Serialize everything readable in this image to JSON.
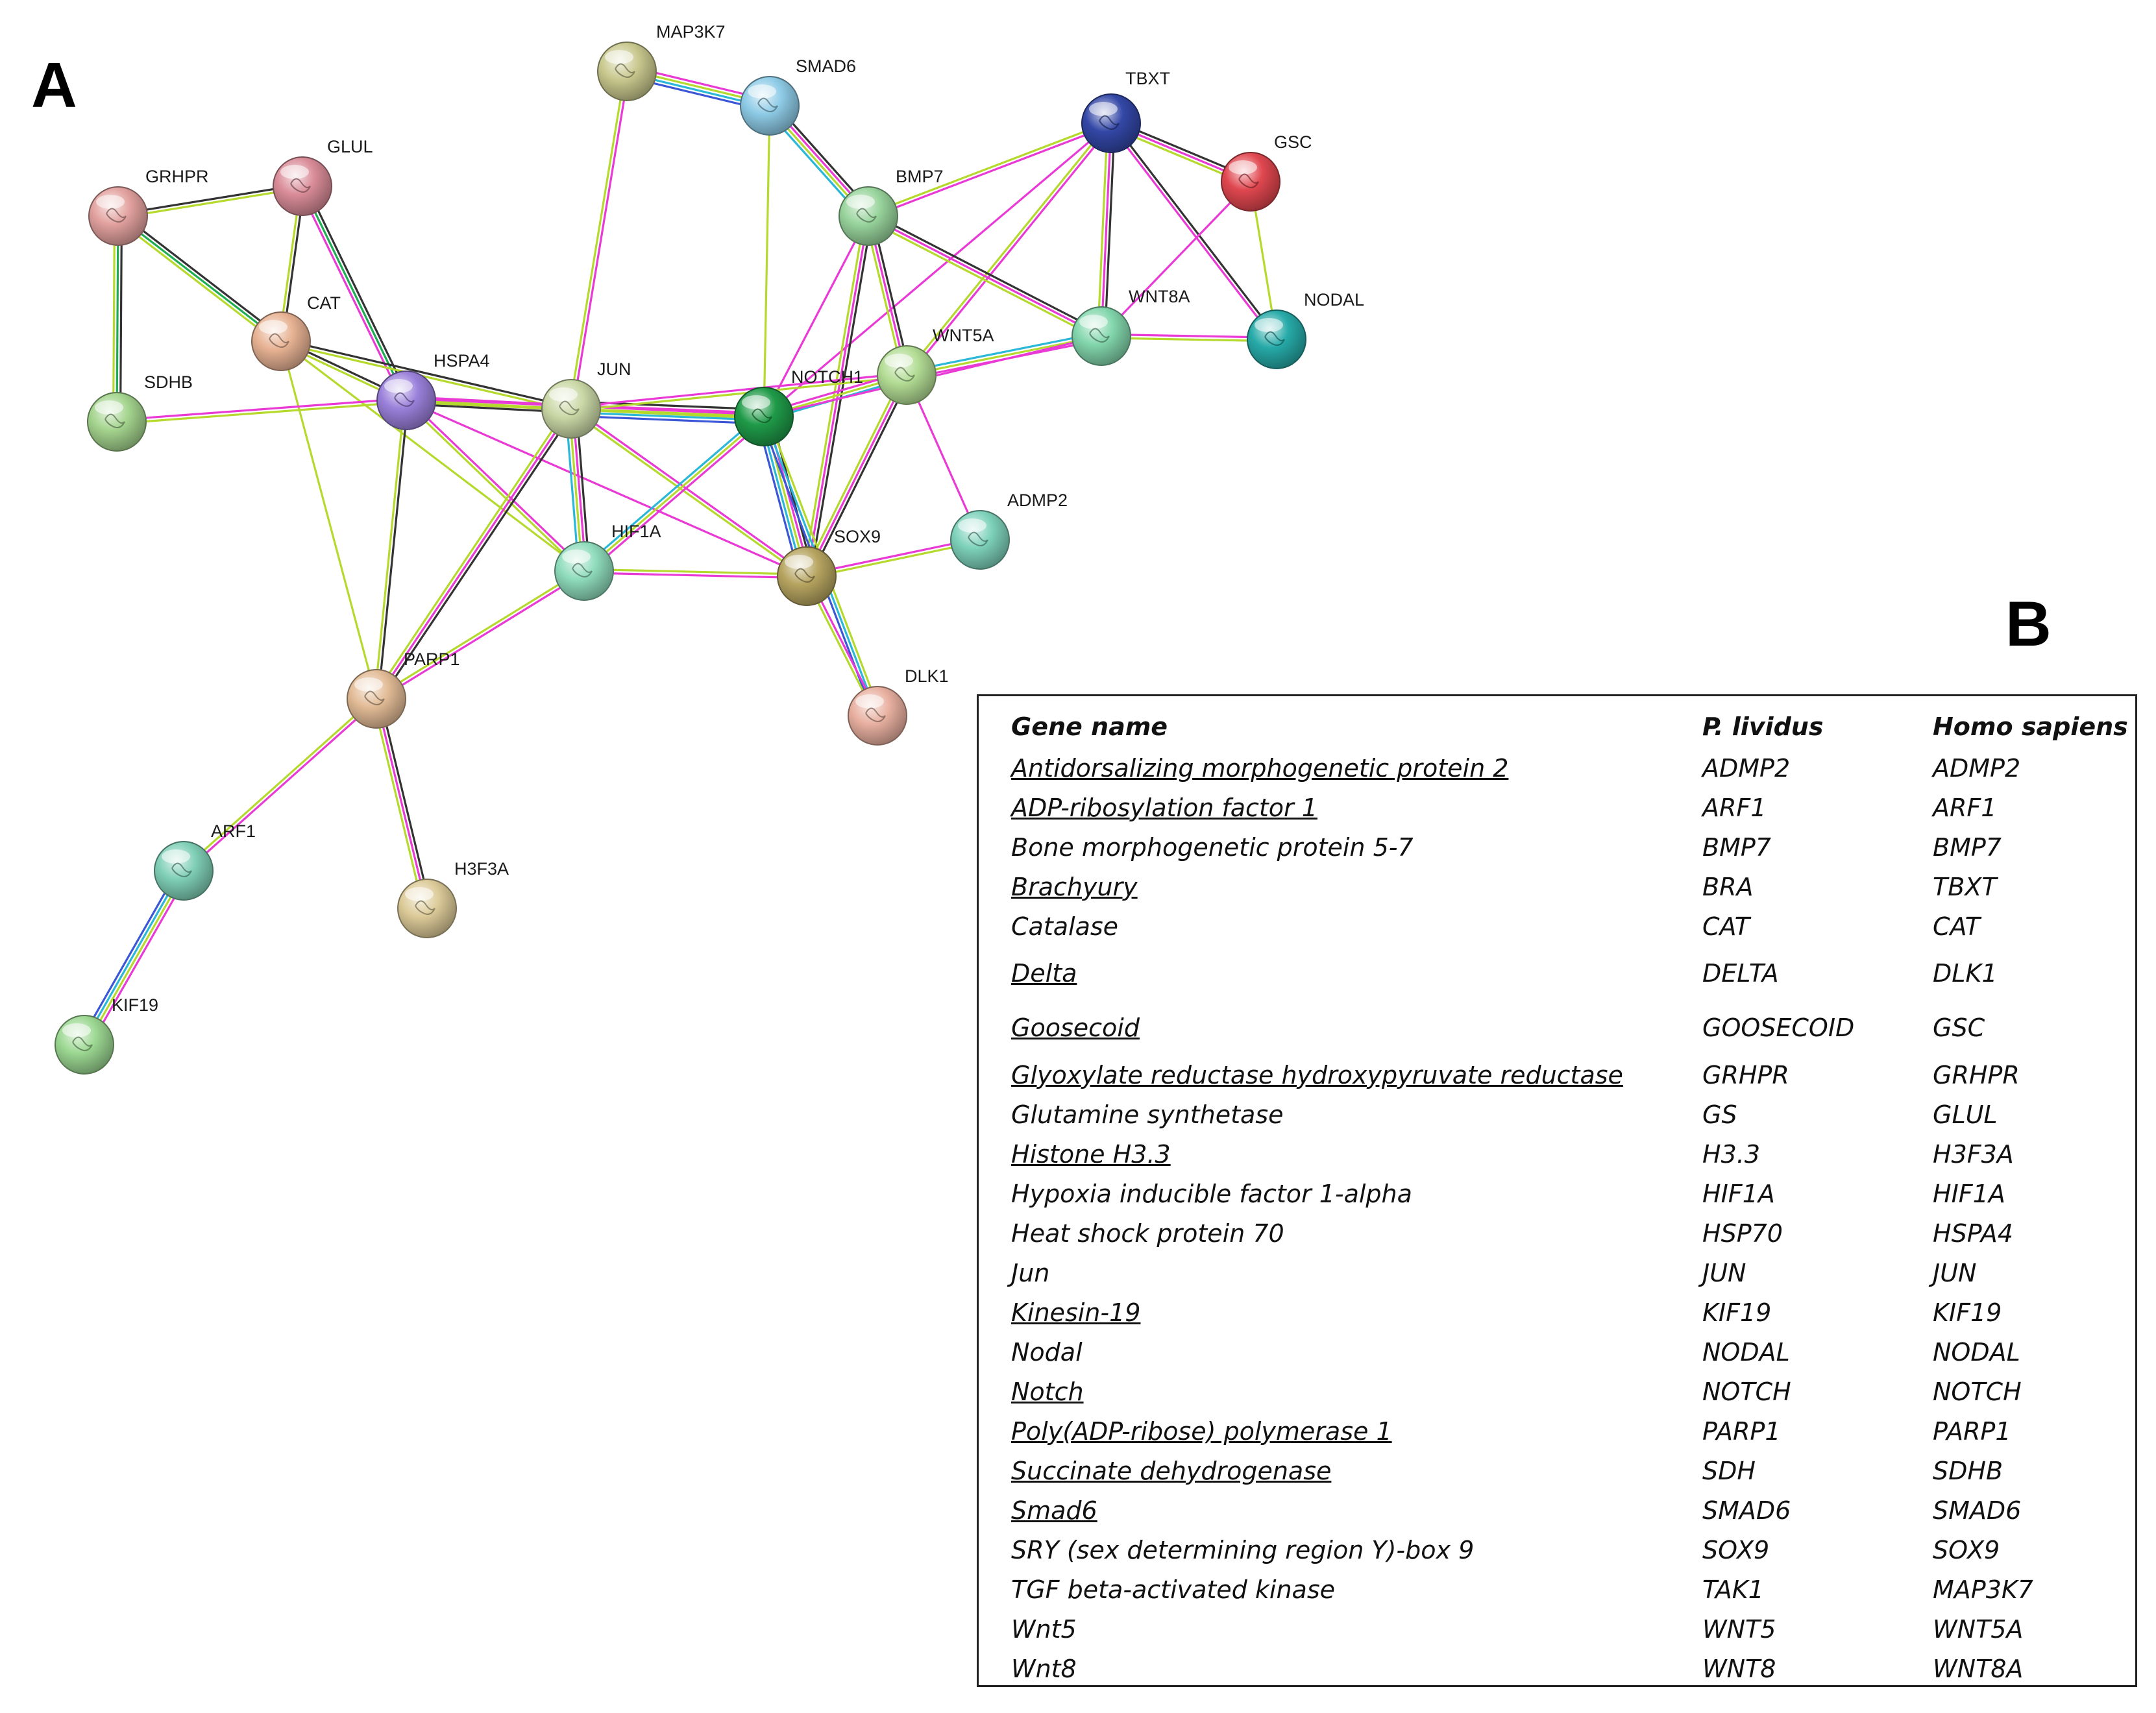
{
  "panel_labels": {
    "a": "A",
    "b": "B"
  },
  "network": {
    "nodes": [
      {
        "id": "MAP3K7",
        "label": "MAP3K7",
        "color": "#c8c88e"
      },
      {
        "id": "SMAD6",
        "label": "SMAD6",
        "color": "#8ecbe6"
      },
      {
        "id": "TBXT",
        "label": "TBXT",
        "color": "#3347a6"
      },
      {
        "id": "GSC",
        "label": "GSC",
        "color": "#e0474f"
      },
      {
        "id": "GLUL",
        "label": "GLUL",
        "color": "#d98c98"
      },
      {
        "id": "GRHPR",
        "label": "GRHPR",
        "color": "#e2a19e"
      },
      {
        "id": "BMP7",
        "label": "BMP7",
        "color": "#98d49c"
      },
      {
        "id": "CAT",
        "label": "CAT",
        "color": "#e7b293"
      },
      {
        "id": "WNT8A",
        "label": "WNT8A",
        "color": "#82d6ac"
      },
      {
        "id": "NODAL",
        "label": "NODAL",
        "color": "#26aaa8"
      },
      {
        "id": "HSPA4",
        "label": "HSPA4",
        "color": "#9a80da"
      },
      {
        "id": "JUN",
        "label": "JUN",
        "color": "#cad8a6"
      },
      {
        "id": "NOTCH1",
        "label": "NOTCH1",
        "color": "#1f9a48"
      },
      {
        "id": "WNT5A",
        "label": "WNT5A",
        "color": "#b2dc94"
      },
      {
        "id": "SDHB",
        "label": "SDHB",
        "color": "#a4d48e"
      },
      {
        "id": "ADMP2",
        "label": "ADMP2",
        "color": "#7ed2ba"
      },
      {
        "id": "HIF1A",
        "label": "HIF1A",
        "color": "#8fdcbc"
      },
      {
        "id": "SOX9",
        "label": "SOX9",
        "color": "#b6a460"
      },
      {
        "id": "DLK1",
        "label": "DLK1",
        "color": "#e8b0a0"
      },
      {
        "id": "PARP1",
        "label": "PARP1",
        "color": "#e2bb96"
      },
      {
        "id": "ARF1",
        "label": "ARF1",
        "color": "#7fcfb6"
      },
      {
        "id": "H3F3A",
        "label": "H3F3A",
        "color": "#dcca98"
      },
      {
        "id": "KIF19",
        "label": "KIF19",
        "color": "#9cd892"
      }
    ],
    "edge_colors": {
      "black": "#333333",
      "pink": "#e93ad6",
      "lime": "#b5d92d",
      "cyan": "#2ab7d8",
      "blue": "#3b56d6",
      "green": "#1dad52"
    },
    "edges": [
      [
        "MAP3K7",
        "SMAD6",
        [
          "pink",
          "lime",
          "cyan",
          "blue"
        ]
      ],
      [
        "MAP3K7",
        "JUN",
        [
          "pink",
          "lime"
        ]
      ],
      [
        "SMAD6",
        "BMP7",
        [
          "black",
          "pink",
          "lime",
          "cyan"
        ]
      ],
      [
        "SMAD6",
        "NOTCH1",
        [
          "lime"
        ]
      ],
      [
        "TBXT",
        "GSC",
        [
          "black",
          "pink",
          "lime"
        ]
      ],
      [
        "TBXT",
        "WNT8A",
        [
          "black",
          "pink",
          "lime"
        ]
      ],
      [
        "TBXT",
        "NODAL",
        [
          "black",
          "pink"
        ]
      ],
      [
        "TBXT",
        "WNT5A",
        [
          "pink",
          "lime"
        ]
      ],
      [
        "TBXT",
        "NOTCH1",
        [
          "pink"
        ]
      ],
      [
        "TBXT",
        "BMP7",
        [
          "pink",
          "lime"
        ]
      ],
      [
        "GSC",
        "NODAL",
        [
          "lime"
        ]
      ],
      [
        "GSC",
        "WNT8A",
        [
          "pink"
        ]
      ],
      [
        "WNT8A",
        "NODAL",
        [
          "pink",
          "lime"
        ]
      ],
      [
        "WNT8A",
        "WNT5A",
        [
          "pink",
          "lime",
          "cyan"
        ]
      ],
      [
        "BMP7",
        "WNT8A",
        [
          "black",
          "pink",
          "lime"
        ]
      ],
      [
        "BMP7",
        "WNT5A",
        [
          "black",
          "pink",
          "lime"
        ]
      ],
      [
        "BMP7",
        "SOX9",
        [
          "black",
          "pink",
          "lime"
        ]
      ],
      [
        "BMP7",
        "NOTCH1",
        [
          "pink"
        ]
      ],
      [
        "GRHPR",
        "GLUL",
        [
          "black",
          "lime"
        ]
      ],
      [
        "GRHPR",
        "CAT",
        [
          "black",
          "green",
          "lime"
        ]
      ],
      [
        "GRHPR",
        "SDHB",
        [
          "black",
          "green",
          "lime"
        ]
      ],
      [
        "GLUL",
        "CAT",
        [
          "black",
          "lime"
        ]
      ],
      [
        "GLUL",
        "HSPA4",
        [
          "black",
          "green",
          "pink"
        ]
      ],
      [
        "CAT",
        "HSPA4",
        [
          "black",
          "lime"
        ]
      ],
      [
        "CAT",
        "JUN",
        [
          "black",
          "lime"
        ]
      ],
      [
        "CAT",
        "PARP1",
        [
          "lime"
        ]
      ],
      [
        "CAT",
        "HIF1A",
        [
          "lime"
        ]
      ],
      [
        "SDHB",
        "HSPA4",
        [
          "pink",
          "lime"
        ]
      ],
      [
        "HSPA4",
        "JUN",
        [
          "pink",
          "lime",
          "black"
        ]
      ],
      [
        "HSPA4",
        "NOTCH1",
        [
          "pink",
          "lime"
        ]
      ],
      [
        "HSPA4",
        "HIF1A",
        [
          "pink",
          "lime"
        ]
      ],
      [
        "HSPA4",
        "SOX9",
        [
          "pink"
        ]
      ],
      [
        "HSPA4",
        "PARP1",
        [
          "black",
          "lime"
        ]
      ],
      [
        "JUN",
        "NOTCH1",
        [
          "black",
          "pink",
          "lime",
          "cyan",
          "blue"
        ]
      ],
      [
        "JUN",
        "HIF1A",
        [
          "black",
          "pink",
          "lime",
          "cyan"
        ]
      ],
      [
        "JUN",
        "SOX9",
        [
          "pink",
          "lime"
        ]
      ],
      [
        "JUN",
        "PARP1",
        [
          "black",
          "pink",
          "lime"
        ]
      ],
      [
        "JUN",
        "WNT5A",
        [
          "pink",
          "lime"
        ]
      ],
      [
        "NOTCH1",
        "WNT5A",
        [
          "pink",
          "lime",
          "cyan"
        ]
      ],
      [
        "NOTCH1",
        "SOX9",
        [
          "black",
          "pink",
          "lime",
          "cyan",
          "blue"
        ]
      ],
      [
        "NOTCH1",
        "HIF1A",
        [
          "pink",
          "lime",
          "cyan"
        ]
      ],
      [
        "NOTCH1",
        "WNT8A",
        [
          "pink"
        ]
      ],
      [
        "NOTCH1",
        "DLK1",
        [
          "lime",
          "cyan",
          "blue"
        ]
      ],
      [
        "WNT5A",
        "SOX9",
        [
          "black",
          "pink",
          "lime"
        ]
      ],
      [
        "WNT5A",
        "ADMP2",
        [
          "pink"
        ]
      ],
      [
        "SOX9",
        "ADMP2",
        [
          "pink",
          "lime"
        ]
      ],
      [
        "SOX9",
        "HIF1A",
        [
          "pink",
          "lime"
        ]
      ],
      [
        "SOX9",
        "DLK1",
        [
          "pink",
          "lime"
        ]
      ],
      [
        "HIF1A",
        "PARP1",
        [
          "pink",
          "lime"
        ]
      ],
      [
        "PARP1",
        "ARF1",
        [
          "pink",
          "lime"
        ]
      ],
      [
        "PARP1",
        "H3F3A",
        [
          "black",
          "pink",
          "lime"
        ]
      ],
      [
        "ARF1",
        "KIF19",
        [
          "pink",
          "lime",
          "cyan",
          "blue"
        ]
      ]
    ]
  },
  "gene_table": {
    "headers": [
      "Gene name",
      "P. lividus",
      "Homo sapiens"
    ],
    "rows": [
      {
        "name": "Antidorsalizing morphogenetic protein 2",
        "lividus": "ADMP2",
        "human": "ADMP2",
        "underlined": true
      },
      {
        "name": "ADP-ribosylation factor 1",
        "lividus": "ARF1",
        "human": "ARF1",
        "underlined": true
      },
      {
        "name": "Bone morphogenetic protein 5-7",
        "lividus": "BMP7",
        "human": "BMP7",
        "underlined": false
      },
      {
        "name": "Brachyury",
        "lividus": "BRA",
        "human": "TBXT",
        "underlined": true
      },
      {
        "name": "Catalase",
        "lividus": "CAT",
        "human": "CAT",
        "underlined": false
      },
      {
        "name": "Delta",
        "lividus": "DELTA",
        "human": "DLK1",
        "underlined": true
      },
      {
        "name": "Goosecoid",
        "lividus": "GOOSECOID",
        "human": "GSC",
        "underlined": true
      },
      {
        "name": "Glyoxylate reductase hydroxypyruvate reductase",
        "lividus": "GRHPR",
        "human": "GRHPR",
        "underlined": true
      },
      {
        "name": "Glutamine synthetase",
        "lividus": "GS",
        "human": "GLUL",
        "underlined": false
      },
      {
        "name": "Histone H3.3",
        "lividus": "H3.3",
        "human": "H3F3A",
        "underlined": true
      },
      {
        "name": "Hypoxia inducible factor 1-alpha",
        "lividus": "HIF1A",
        "human": "HIF1A",
        "underlined": false
      },
      {
        "name": "Heat shock protein 70",
        "lividus": "HSP70",
        "human": "HSPA4",
        "underlined": false
      },
      {
        "name": "Jun",
        "lividus": "JUN",
        "human": "JUN",
        "underlined": false
      },
      {
        "name": "Kinesin-19",
        "lividus": "KIF19",
        "human": "KIF19",
        "underlined": true
      },
      {
        "name": "Nodal",
        "lividus": "NODAL",
        "human": "NODAL",
        "underlined": false
      },
      {
        "name": "Notch",
        "lividus": "NOTCH",
        "human": "NOTCH",
        "underlined": true
      },
      {
        "name": "Poly(ADP-ribose) polymerase 1",
        "lividus": "PARP1",
        "human": "PARP1",
        "underlined": true
      },
      {
        "name": "Succinate dehydrogenase",
        "lividus": "SDH",
        "human": "SDHB",
        "underlined": true
      },
      {
        "name": "Smad6",
        "lividus": "SMAD6",
        "human": "SMAD6",
        "underlined": true
      },
      {
        "name": "SRY (sex determining region Y)-box 9",
        "lividus": "SOX9",
        "human": "SOX9",
        "underlined": false
      },
      {
        "name": "TGF beta-activated kinase",
        "lividus": "TAK1",
        "human": "MAP3K7",
        "underlined": false
      },
      {
        "name": "Wnt5",
        "lividus": "WNT5",
        "human": "WNT5A",
        "underlined": false
      },
      {
        "name": "Wnt8",
        "lividus": "WNT8",
        "human": "WNT8A",
        "underlined": false
      }
    ]
  }
}
